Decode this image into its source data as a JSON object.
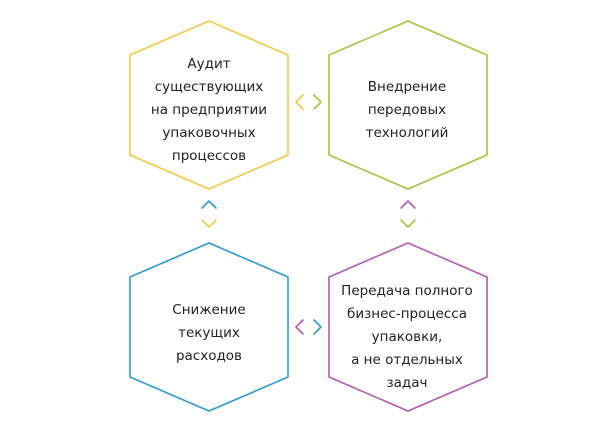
{
  "diagram": {
    "colors": {
      "yellow": "#f3c845",
      "green": "#a4c63a",
      "blue": "#2a9bd7",
      "purple": "#b559b3"
    },
    "hexagons": {
      "audit": {
        "lines": [
          "Аудит",
          "существующих",
          "на предприятии",
          "упаковочных",
          "процессов"
        ]
      },
      "tech": {
        "lines": [
          "Внедрение",
          "передовых",
          "технологий"
        ]
      },
      "costs": {
        "lines": [
          "Снижение",
          "текущих",
          "расходов"
        ]
      },
      "transfer": {
        "lines": [
          "Передача полного",
          "бизнес-процесса",
          "упаковки,",
          "а не отдельных",
          "задач"
        ]
      }
    },
    "connector_icons": {
      "top": "chevron-pair-horizontal-icon",
      "left": "chevron-pair-vertical-icon",
      "right": "chevron-pair-vertical-icon",
      "bottom": "chevron-pair-horizontal-icon"
    }
  }
}
